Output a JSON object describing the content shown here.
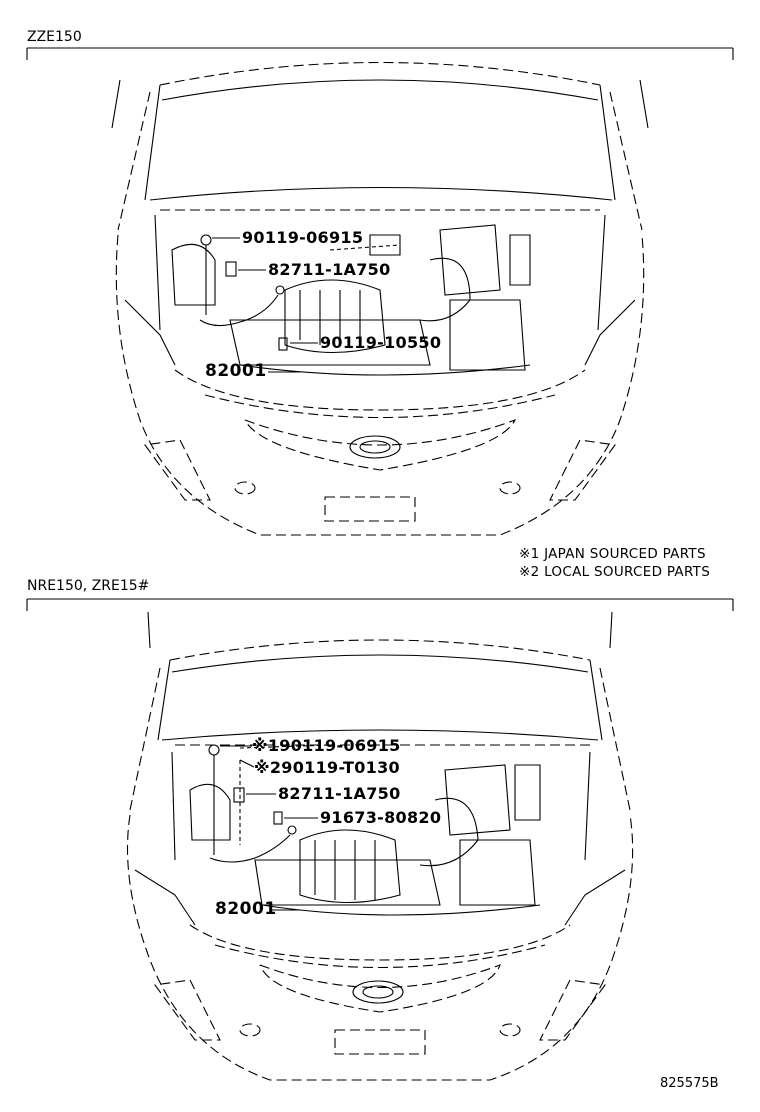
{
  "sections": [
    {
      "title": "ZZE150",
      "parts": [
        "90119-06915",
        "82711-1A750",
        "90119-10550"
      ],
      "assembly": "82001"
    },
    {
      "title": "NRE150, ZRE15#",
      "parts": [
        "※190119-06915",
        "※290119-T0130",
        "82711-1A750",
        "91673-80820"
      ],
      "assembly": "82001"
    }
  ],
  "notes": [
    "※1 JAPAN SOURCED PARTS",
    "※2 LOCAL SOURCED PARTS"
  ],
  "drawing_code": "825575B"
}
